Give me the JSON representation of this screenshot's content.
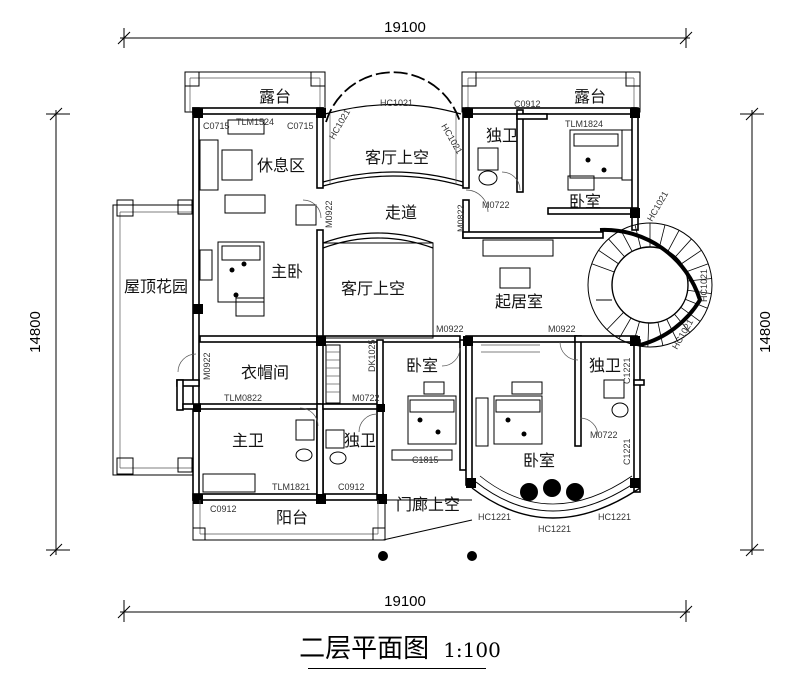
{
  "drawing": {
    "title": "二层平面图",
    "scale": "1:100",
    "dimensions": {
      "top": "19100",
      "bottom": "19100",
      "left": "14800",
      "right": "14800"
    }
  },
  "rooms": {
    "terrace_left": "露台",
    "terrace_right": "露台",
    "lounge": "休息区",
    "living_void_top": "客厅上空",
    "bath_top": "独卫",
    "bedroom_top": "卧室",
    "corridor": "走道",
    "master_bedroom": "主卧",
    "living_void_mid": "客厅上空",
    "family_room": "起居室",
    "roof_garden": "屋顶花园",
    "cloakroom": "衣帽间",
    "bedroom_mid": "卧室",
    "bath_right": "独卫",
    "master_bath": "主卫",
    "bath_small": "独卫",
    "bedroom_bottom": "卧室",
    "balcony": "阳台",
    "porch_void": "门廊上空"
  },
  "codes": {
    "c0715_a": "C0715",
    "tlm1524": "TLM1524",
    "c0715_b": "C0715",
    "hc1021_a": "HC1021",
    "hc1021_b": "HC1021",
    "hc1021_c": "HC1021",
    "c0912_top": "C0912",
    "tlm1824": "TLM1824",
    "m0922_a": "M0922",
    "m0822": "M0822",
    "m0722_a": "M0722",
    "hc1021_d": "HC1021",
    "hc1021_e": "HC1021",
    "hc1021_f": "HC1021",
    "m0922_b": "M0922",
    "m0922_c": "M0922",
    "m0922_d": "M0922",
    "dk1025": "DK1025",
    "m0722_b": "M0722",
    "c1221_a": "C1221",
    "m0722_c": "M0722",
    "c1221_b": "C1221",
    "tlm0822": "TLM0822",
    "c1815": "C1815",
    "tlm1821": "TLM1821",
    "c0912_a": "C0912",
    "c0912_b": "C0912",
    "hc1221_a": "HC1221",
    "hc1221_b": "HC1221",
    "hc1221_c": "HC1221"
  }
}
